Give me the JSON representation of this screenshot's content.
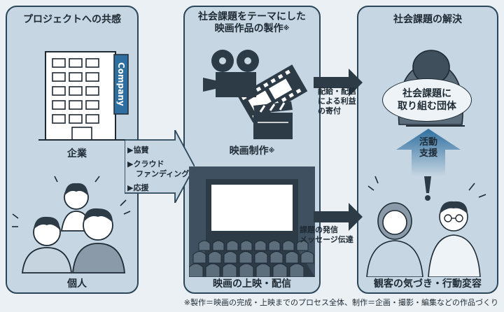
{
  "panels": {
    "left_title": "プロジェクトへの共感",
    "middle_title_line1": "社会課題をテーマにした",
    "middle_title_line2": "映画作品の製作",
    "middle_title_mark": "※",
    "right_title": "社会課題の解決"
  },
  "left": {
    "company_sign": "Company",
    "company_label": "企業",
    "people_label": "個人",
    "support_items": [
      "協賛",
      "クラウド",
      "ファンディング",
      "応援"
    ]
  },
  "middle": {
    "film_label": "映画制作",
    "film_mark": "※",
    "screening_label": "映画の上映・配信"
  },
  "flows": {
    "top_line1": "配給・配信",
    "top_line2": "による利益",
    "top_line3": "の寄付",
    "bottom_line1": "課題の発信",
    "bottom_line2": "メッセージ伝達"
  },
  "right": {
    "org_line1": "社会課題に",
    "org_line2": "取り組む団体",
    "up_line1": "活動",
    "up_line2": "支援",
    "audience_label": "観客の気づき・行動変容"
  },
  "footnote": "※製作＝映画の完成・上映までのプロセス全体、制作＝企画・撮影・編集などの作品づくり",
  "colors": {
    "panel": "#c6d6e2",
    "border": "#2a4658",
    "accent": "#2f6fa0"
  }
}
